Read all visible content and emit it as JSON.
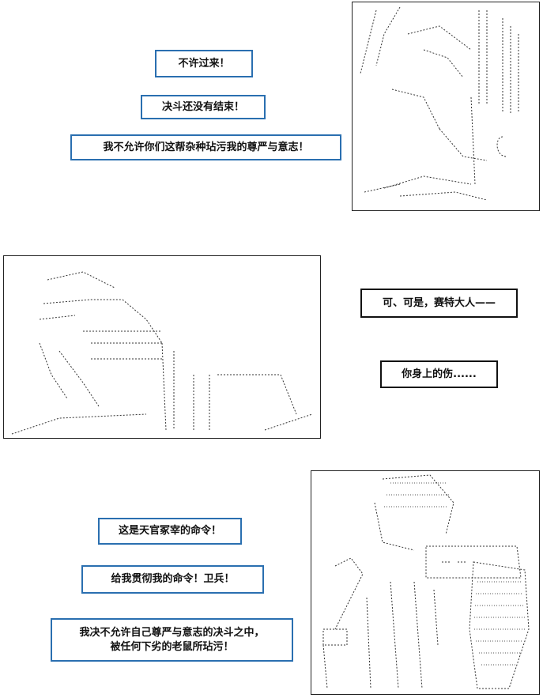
{
  "top": {
    "bubbles": [
      "不许过来！",
      "决斗还没有结束！",
      "我不允许你们这帮杂种玷污我的尊严与意志！"
    ]
  },
  "middle": {
    "bubbles": [
      "可、可是，赛特大人——",
      "你身上的伤......"
    ]
  },
  "bottom": {
    "bubbles": [
      "这是天官冢宰的命令！",
      "给我贯彻我的命令！卫兵！"
    ],
    "bubble3": {
      "line1": "我决不允许自己尊严与意志的决斗之中，",
      "line2": "被任何下劣的老鼠所玷污！"
    }
  }
}
